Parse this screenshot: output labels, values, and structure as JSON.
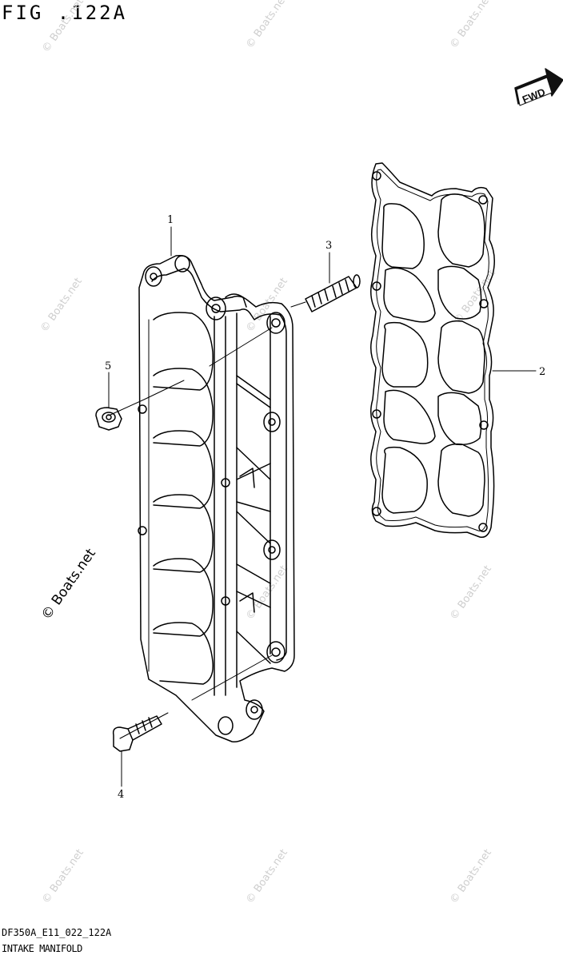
{
  "figure": {
    "title": "FIG .122A",
    "code": "DF350A_E11_022_122A",
    "caption": "INTAKE MANIFOLD"
  },
  "fwd_label": "FWD",
  "watermark": "© Boats.net",
  "part_numbers": [
    "1",
    "2",
    "3",
    "4",
    "5"
  ]
}
